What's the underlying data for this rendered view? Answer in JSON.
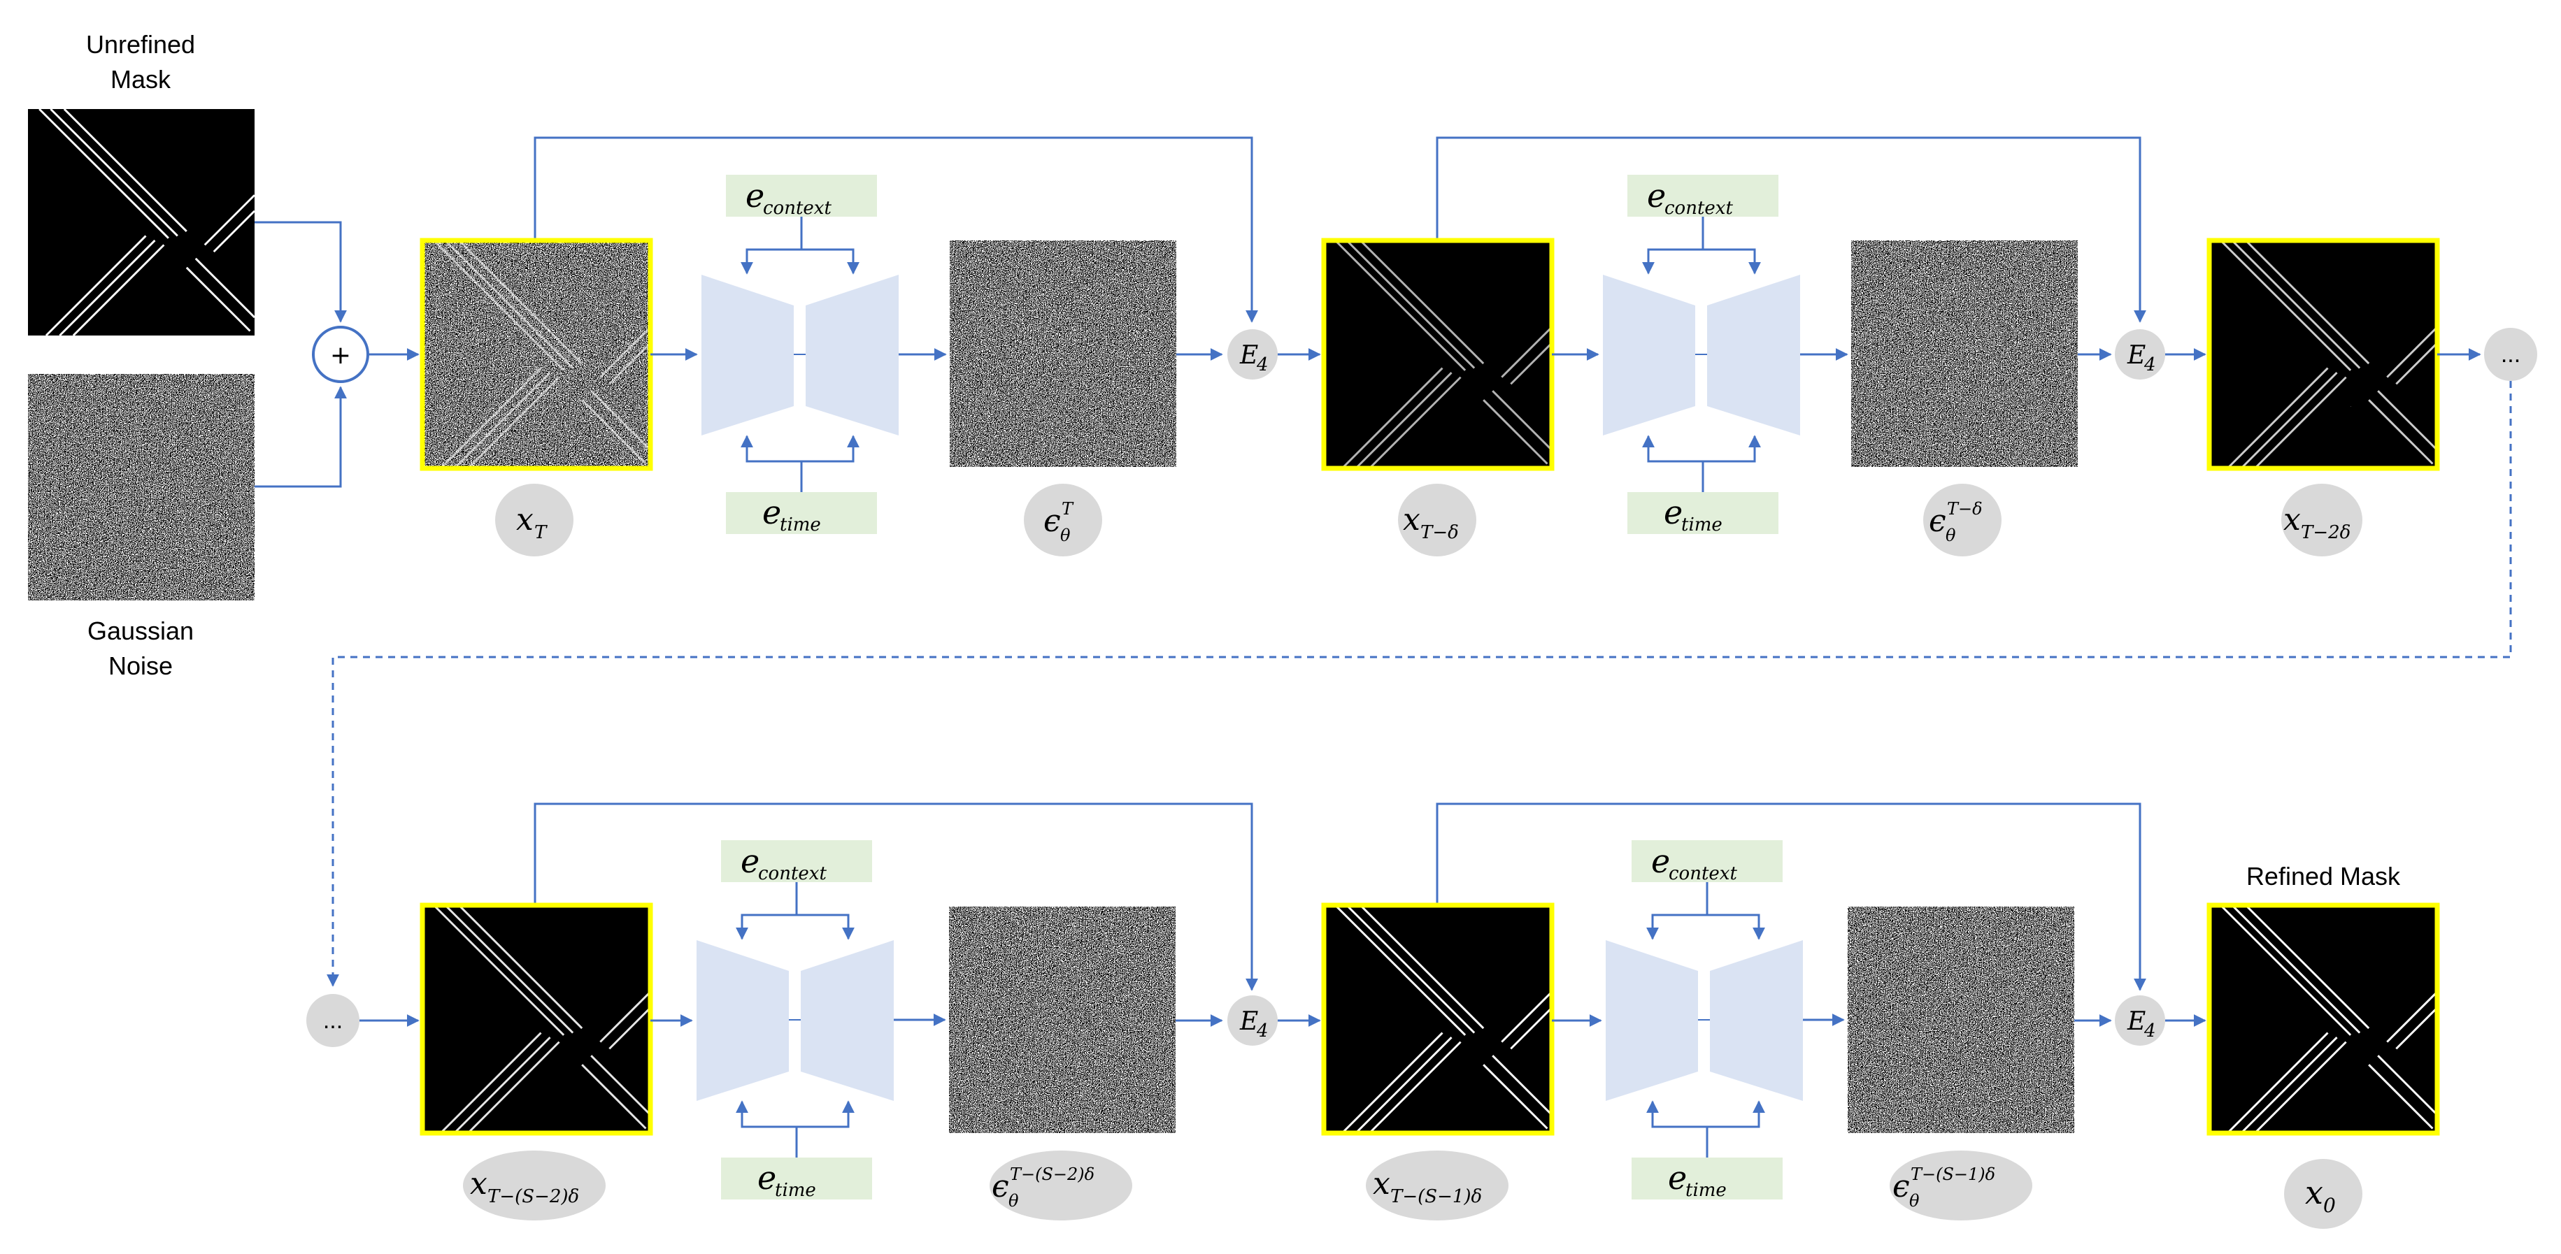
{
  "inputs": {
    "mask_label_line1": "Unrefined",
    "mask_label_line2": "Mask",
    "noise_label_line1": "Gaussian",
    "noise_label_line2": "Noise",
    "plus_symbol": "+"
  },
  "conditioning": {
    "context": {
      "base": "e",
      "sub": "context"
    },
    "time": {
      "base": "e",
      "sub": "time"
    }
  },
  "eval_node": {
    "base": "E",
    "sub": "4"
  },
  "ellipsis": "...",
  "output_label": "Refined Mask",
  "row1": {
    "latent_1": {
      "base": "x",
      "sub": "T"
    },
    "noise_1": {
      "base": "ϵ",
      "sub": "θ",
      "sup": "T"
    },
    "latent_2": {
      "base": "x",
      "sub": "T−δ"
    },
    "noise_2": {
      "base": "ϵ",
      "sub": "θ",
      "sup": "T−δ"
    },
    "latent_3": {
      "base": "x",
      "sub": "T−2δ"
    }
  },
  "row2": {
    "latent_1": {
      "base": "x",
      "sub": "T−(S−2)δ"
    },
    "noise_1": {
      "base": "ϵ",
      "sub": "θ",
      "sup": "T−(S−2)δ"
    },
    "latent_2": {
      "base": "x",
      "sub": "T−(S−1)δ"
    },
    "noise_2": {
      "base": "ϵ",
      "sub": "θ",
      "sup": "T−(S−1)δ"
    },
    "output": {
      "base": "x",
      "sub": "0"
    }
  },
  "colors": {
    "arrow": "#4472C4",
    "unet": "#DAE3F3",
    "conditioning": "#E2EFDA",
    "bubble": "#D9D9D9",
    "highlight": "#FFFF00"
  }
}
